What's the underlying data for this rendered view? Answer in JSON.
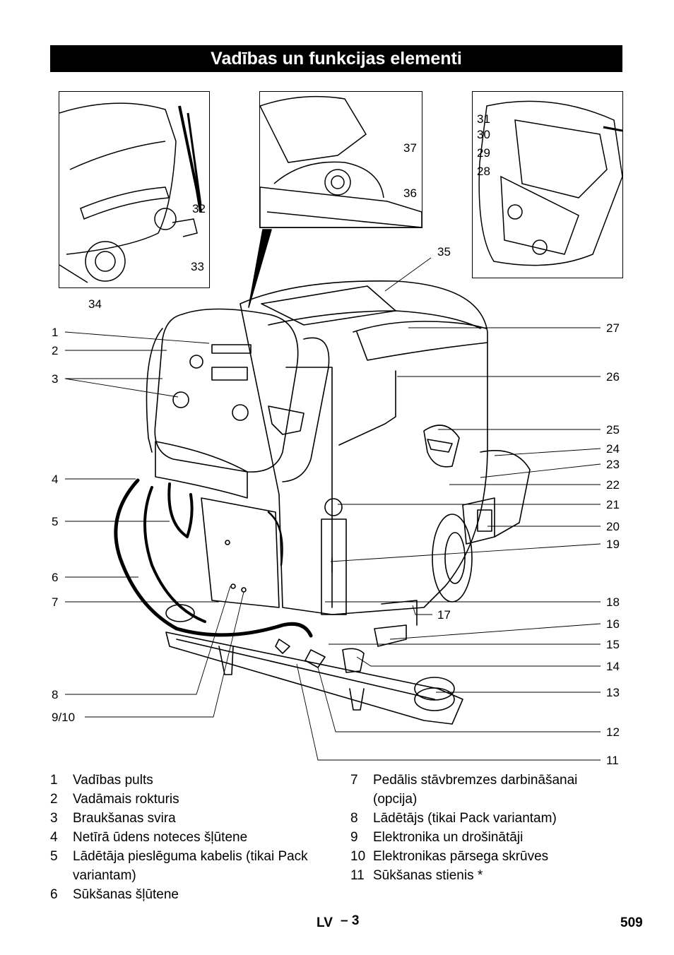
{
  "title": "Vadības un funkcijas elementi",
  "callouts": {
    "c1": "1",
    "c2": "2",
    "c3": "3",
    "c4": "4",
    "c5": "5",
    "c6": "6",
    "c7": "7",
    "c8": "8",
    "c9_10": "9/10",
    "c11": "11",
    "c12": "12",
    "c13": "13",
    "c14": "14",
    "c15": "15",
    "c16": "16",
    "c17": "17",
    "c18": "18",
    "c19": "19",
    "c20": "20",
    "c21": "21",
    "c22": "22",
    "c23": "23",
    "c24": "24",
    "c25": "25",
    "c26": "26",
    "c27": "27",
    "c28": "28",
    "c29": "29",
    "c30": "30",
    "c31": "31",
    "c32": "32",
    "c33": "33",
    "c34": "34",
    "c35": "35",
    "c36": "36",
    "c37": "37"
  },
  "legend_left": [
    {
      "num": "1",
      "text": "Vadības pults"
    },
    {
      "num": "2",
      "text": "Vadāmais rokturis"
    },
    {
      "num": "3",
      "text": "Braukšanas svira"
    },
    {
      "num": "4",
      "text": "Netīrā ūdens noteces šļūtene"
    },
    {
      "num": "5",
      "text": "Lādētāja pieslēguma kabelis (tikai Pack variantam)"
    },
    {
      "num": "6",
      "text": "Sūkšanas šļūtene"
    }
  ],
  "legend_right": [
    {
      "num": "7",
      "text": "Pedālis stāvbremzes darbināšanai (opcija)"
    },
    {
      "num": "8",
      "text": "Lādētājs (tikai Pack variantam)"
    },
    {
      "num": "9",
      "text": "Elektronika un drošinātāji"
    },
    {
      "num": "10",
      "text": "Elektronikas pārsega skrūves"
    },
    {
      "num": "11",
      "text": "Sūkšanas stienis *"
    }
  ],
  "footer": {
    "lang": "LV",
    "page_ref": "– 3",
    "page_number": "509"
  }
}
